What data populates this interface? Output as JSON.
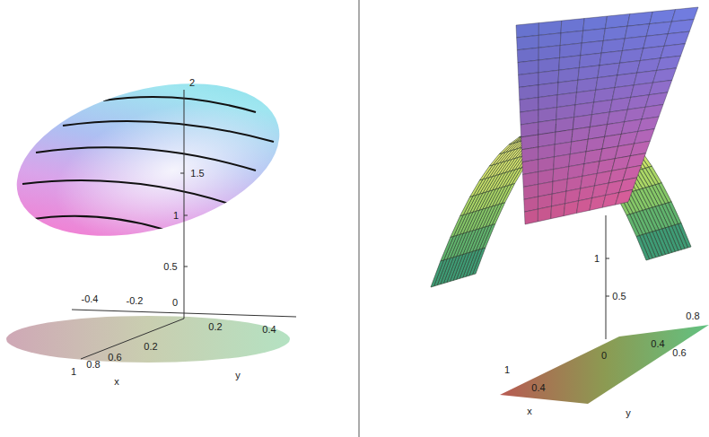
{
  "diagram": {
    "labels": [
      "2",
      "1.5",
      "1",
      "0.5",
      "0",
      "-0.4",
      "-0.2",
      "0.2",
      "0.4",
      "1",
      "0.8",
      "0.6",
      "0.2",
      "x",
      "y",
      "1",
      "0.5",
      "1",
      "0.4",
      "0",
      "0.4",
      "0.6",
      "0.8",
      "x",
      "y"
    ]
  }
}
